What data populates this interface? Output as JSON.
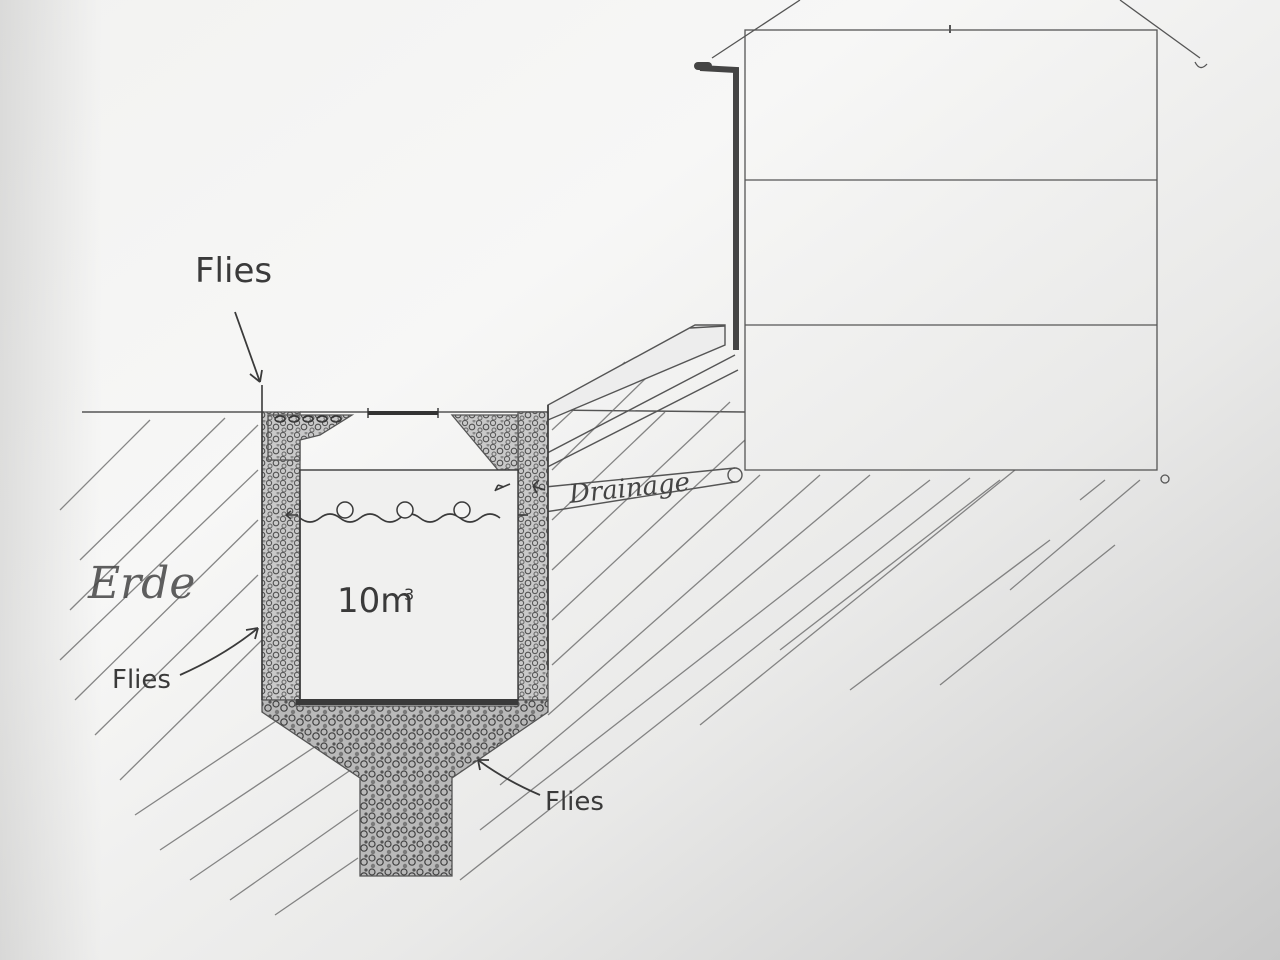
{
  "labels": {
    "fleece_top": "Flies",
    "fleece_left": "Flies",
    "fleece_bottom": "Flies",
    "soil": "Erde",
    "drainage": "Drainage",
    "volume": "10m",
    "volume_superscript": "3"
  },
  "colors": {
    "paper_light": "#f4f4f3",
    "paper_shadow": "#cdcdcd",
    "pencil": "#3a3a3a"
  }
}
